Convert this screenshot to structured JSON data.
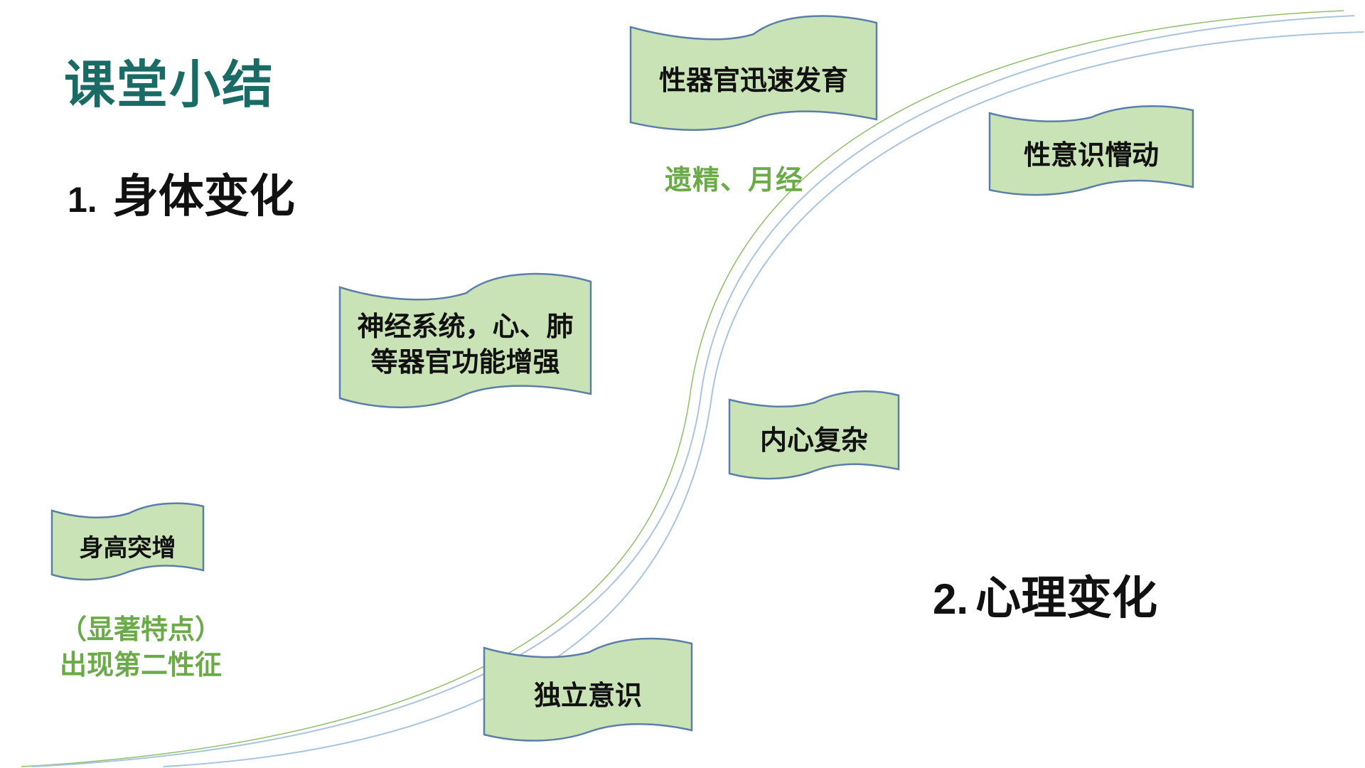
{
  "title": "课堂小结",
  "sections": {
    "physical": {
      "number": "1.",
      "label": "身体变化"
    },
    "psychological": {
      "number": "2.",
      "label": "心理变化"
    }
  },
  "banners": {
    "sex_organs": "性器官迅速发育",
    "sexual_awareness": "性意识懵动",
    "organs_line1": "神经系统，心、肺",
    "organs_line2": "等器官功能增强",
    "inner_complexity": "内心复杂",
    "height_increase": "身高突增",
    "independence": "独立意识"
  },
  "notes": {
    "emission_menstruation": "遗精、月经",
    "feature_line1": "（显著特点）",
    "feature_line2": "出现第二性征"
  },
  "colors": {
    "title": "#1a6b66",
    "banner_fill": "#c9e2b6",
    "banner_stroke": "#5b7fa8",
    "green_note": "#6aab47",
    "curve_green": "#8fbf6a",
    "curve_blue": "#a9c4de"
  }
}
